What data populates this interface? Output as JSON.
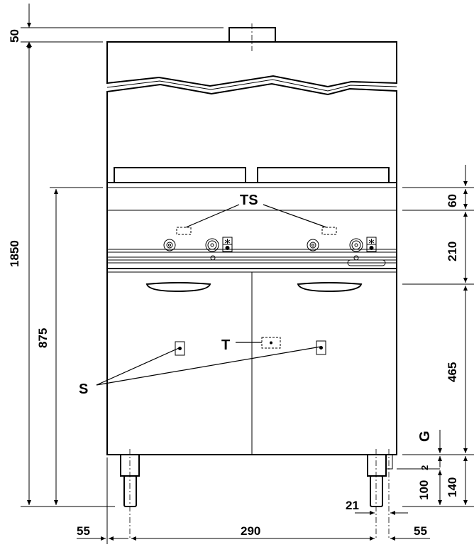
{
  "labels": {
    "ts": "TS",
    "t": "T",
    "s": "S",
    "g": "G"
  },
  "dims": {
    "d50": "50",
    "d1850": "1850",
    "d875": "875",
    "d60": "60",
    "d210": "210",
    "d465": "465",
    "d140": "140",
    "d100": "100",
    "d2": "2",
    "d21": "21",
    "d55_left": "55",
    "d290": "290",
    "d55_right": "55"
  }
}
